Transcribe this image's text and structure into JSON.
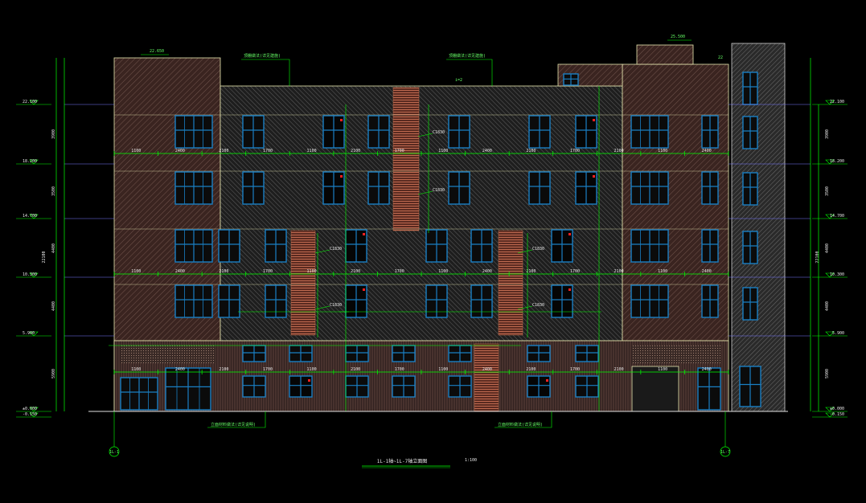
{
  "title": "1L-1轴~1L-7轴立面图",
  "scale": "1:100",
  "colors": {
    "background": "#000000",
    "dimension": "#00ff00",
    "facade_brown": "#4a2a24",
    "facade_grey": "#5a5a5a",
    "window_frame": "#1a7fc4",
    "ribbed_panel": "#b05a48",
    "outline": "#e6e6b0"
  },
  "grid_bubbles": {
    "left": "1L-1",
    "right": "1L-7"
  },
  "levels_left": [
    "22.100",
    "18.200",
    "14.700",
    "10.300",
    "5.900",
    "±0.000",
    "-0.150"
  ],
  "levels_right": [
    "22.100",
    "18.200",
    "14.700",
    "10.300",
    "5.900",
    "±0.000",
    "-0.150"
  ],
  "top_annotations": {
    "left_roof": "22.650",
    "right_tower": "25.500",
    "right_roof": "22",
    "note_left": "顶棚做法(详见建施)",
    "note_mid": "顶棚做法(详见建施)",
    "slope": "i=2"
  },
  "bottom_annotations": {
    "note_left": "立面材料做法(详见说明)",
    "note_right": "立面材料做法(详见说明)"
  },
  "overall_height": "22100",
  "floor_dims_left": [
    "3900",
    "3500",
    "4400",
    "4400",
    "5900"
  ],
  "floor_dims_right": [
    "3900",
    "3500",
    "4400",
    "4400",
    "5900"
  ],
  "dim_rows": [
    [
      "1100",
      "2400",
      "2100",
      "1700",
      "1100",
      "2100",
      "1700",
      "1100",
      "2400",
      "2100",
      "1700",
      "2100",
      "1100",
      "2400"
    ],
    [
      "1100",
      "2400",
      "2100",
      "1700",
      "1100",
      "2100",
      "1700",
      "1100",
      "2400",
      "2100",
      "1700",
      "2100",
      "1100",
      "2400"
    ],
    [
      "1100",
      "2400",
      "2100",
      "1700",
      "1100",
      "2100",
      "1700",
      "1100",
      "2400",
      "2100",
      "1700",
      "2100",
      "1100",
      "2400"
    ]
  ],
  "window_tags": [
    "C1830",
    "C1830",
    "C1830",
    "C1830",
    "C1830",
    "C1830"
  ]
}
